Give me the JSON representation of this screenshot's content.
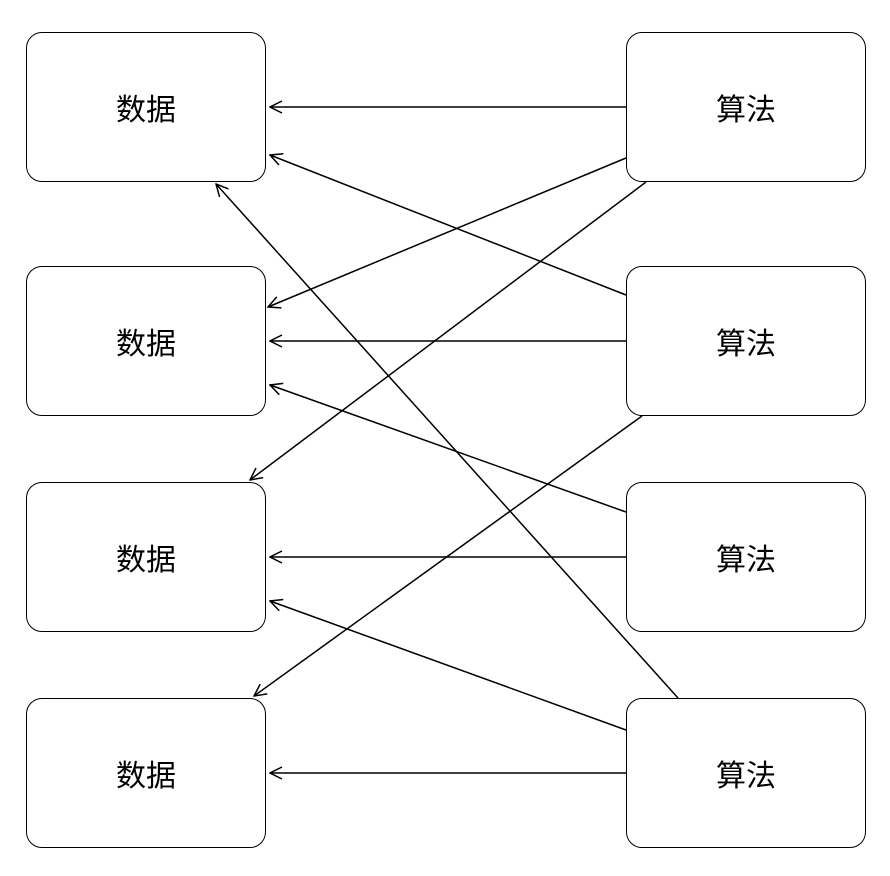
{
  "diagram": {
    "left_nodes": [
      {
        "id": "d1",
        "label": "数据"
      },
      {
        "id": "d2",
        "label": "数据"
      },
      {
        "id": "d3",
        "label": "数据"
      },
      {
        "id": "d4",
        "label": "数据"
      }
    ],
    "right_nodes": [
      {
        "id": "a1",
        "label": "算法"
      },
      {
        "id": "a2",
        "label": "算法"
      },
      {
        "id": "a3",
        "label": "算法"
      },
      {
        "id": "a4",
        "label": "算法"
      }
    ],
    "edges": [
      {
        "from": "a1",
        "to": "d1"
      },
      {
        "from": "a1",
        "to": "d2"
      },
      {
        "from": "a1",
        "to": "d3"
      },
      {
        "from": "a2",
        "to": "d1"
      },
      {
        "from": "a2",
        "to": "d2"
      },
      {
        "from": "a2",
        "to": "d4"
      },
      {
        "from": "a3",
        "to": "d2"
      },
      {
        "from": "a3",
        "to": "d3"
      },
      {
        "from": "a4",
        "to": "d1"
      },
      {
        "from": "a4",
        "to": "d3"
      },
      {
        "from": "a4",
        "to": "d4"
      }
    ],
    "stroke_color": "#000000",
    "fill_color": "#ffffff"
  }
}
